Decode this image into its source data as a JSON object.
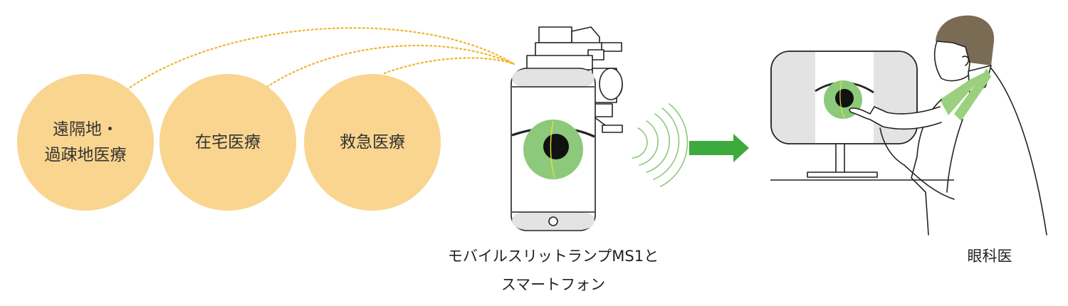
{
  "colors": {
    "circle_fill": "#FAD58F",
    "dotted_line": "#F0B429",
    "arrow": "#3CAA3C",
    "iris": "#8CC97A",
    "coat_collar": "#9BD07E",
    "hair": "#7A6B55",
    "line": "#222222"
  },
  "settings": [
    {
      "lines": [
        "遠隔地・",
        "過疎地医療"
      ]
    },
    {
      "lines": [
        "在宅医療"
      ]
    },
    {
      "lines": [
        "救急医療"
      ]
    }
  ],
  "device_caption": [
    "モバイルスリットランプMS1と",
    "スマートフォン"
  ],
  "doctor_caption": "眼科医",
  "icons": {
    "device": "slit-lamp-smartphone-icon",
    "signal": "wireless-signal-icon",
    "arrow": "right-arrow-icon",
    "monitor": "monitor-eye-icon",
    "doctor": "ophthalmologist-icon"
  }
}
